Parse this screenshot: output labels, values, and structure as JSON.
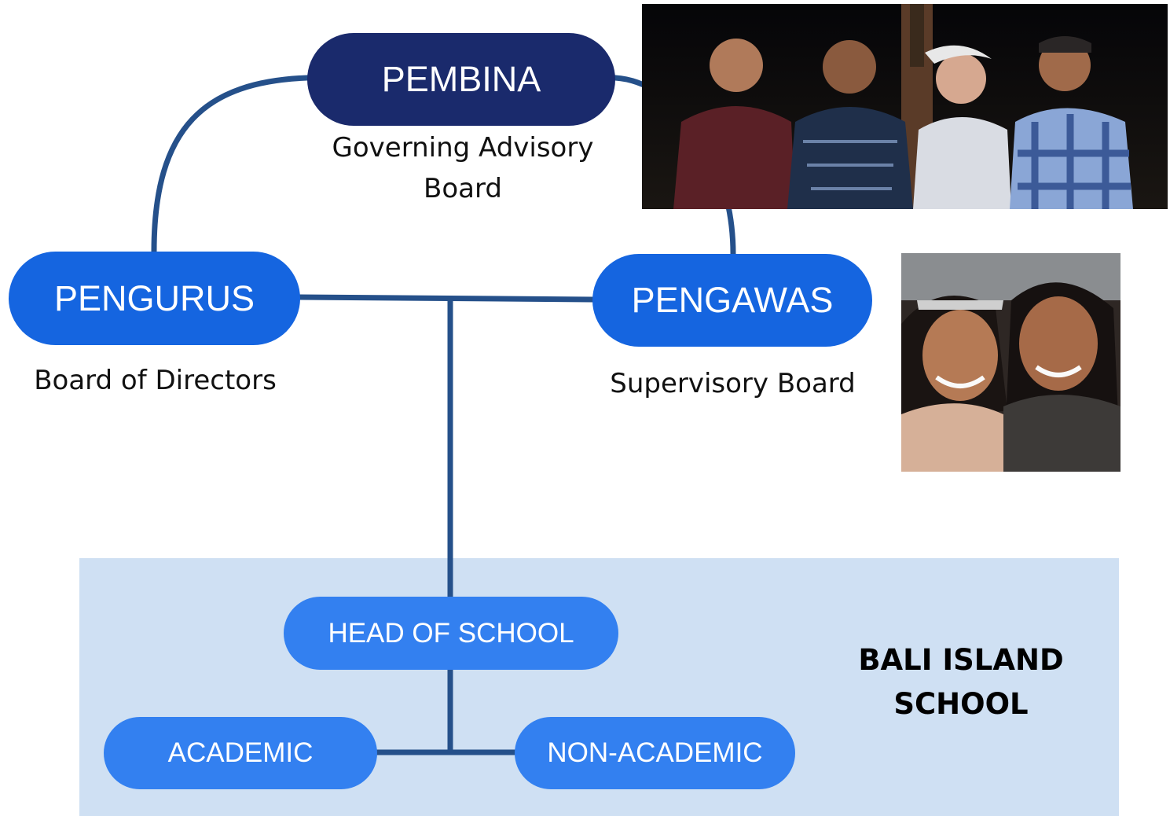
{
  "nodes": {
    "top": {
      "label": "PEMBINA",
      "caption": "Governing Advisory Board"
    },
    "left": {
      "label": "PENGURUS",
      "caption": "Board of Directors"
    },
    "right": {
      "label": "PENGAWAS",
      "caption": "Supervisory Board"
    },
    "head": {
      "label": "HEAD OF SCHOOL"
    },
    "academic": {
      "label": "ACADEMIC"
    },
    "non_academic": {
      "label": "NON-ACADEMIC"
    }
  },
  "school": {
    "name": "BALI ISLAND SCHOOL"
  },
  "colors": {
    "top_node": "#1a2a6c",
    "board_node": "#1565e0",
    "school_node": "#3380f0",
    "connector": "#25508a",
    "school_panel": "#cfe0f3"
  },
  "photos": {
    "group": {
      "subject": "four men standing together at night"
    },
    "pair": {
      "subject": "two smiling women"
    }
  }
}
